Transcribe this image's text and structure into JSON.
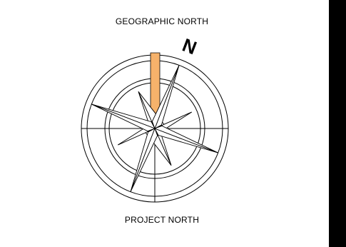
{
  "labels": {
    "top": "GEOGRAPHIC  NORTH",
    "bottom": "PROJECT NORTH",
    "north_marker": "N"
  },
  "colors": {
    "line": "#000000",
    "highlight": "#f6b26b",
    "background": "#ffffff",
    "edge_bar": "#000000"
  }
}
